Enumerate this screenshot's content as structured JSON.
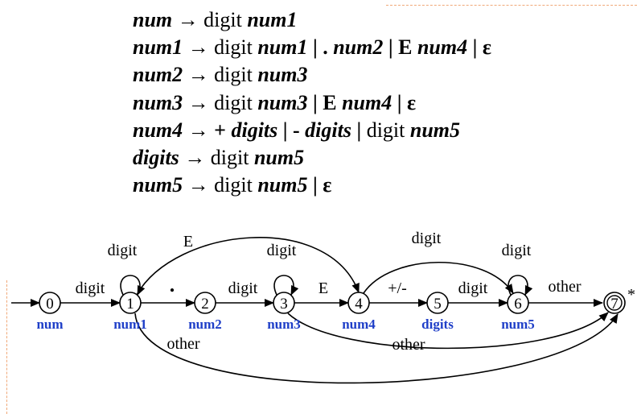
{
  "grammar": [
    [
      {
        "t": "nt",
        "v": "num"
      },
      {
        "t": "arrow",
        "v": " → "
      },
      {
        "t": "tm",
        "v": "digit "
      },
      {
        "t": "nt",
        "v": "num1"
      }
    ],
    [
      {
        "t": "nt",
        "v": "num1"
      },
      {
        "t": "arrow",
        "v": " → "
      },
      {
        "t": "tm",
        "v": "digit "
      },
      {
        "t": "nt",
        "v": "num1"
      },
      {
        "t": "tk",
        "v": " | . "
      },
      {
        "t": "nt",
        "v": "num2"
      },
      {
        "t": "tk",
        "v": " | E "
      },
      {
        "t": "nt",
        "v": "num4"
      },
      {
        "t": "tk",
        "v": " | ε"
      }
    ],
    [
      {
        "t": "nt",
        "v": "num2"
      },
      {
        "t": "arrow",
        "v": " → "
      },
      {
        "t": "tm",
        "v": "digit "
      },
      {
        "t": "nt",
        "v": "num3"
      }
    ],
    [
      {
        "t": "nt",
        "v": "num3"
      },
      {
        "t": "arrow",
        "v": " → "
      },
      {
        "t": "tm",
        "v": "digit "
      },
      {
        "t": "nt",
        "v": "num3"
      },
      {
        "t": "tk",
        "v": " | E "
      },
      {
        "t": "nt",
        "v": "num4"
      },
      {
        "t": "tk",
        "v": " | ε"
      }
    ],
    [
      {
        "t": "nt",
        "v": "num4"
      },
      {
        "t": "arrow",
        "v": " → "
      },
      {
        "t": "tk",
        "v": "+ "
      },
      {
        "t": "nt",
        "v": "digits"
      },
      {
        "t": "tk",
        "v": " | - "
      },
      {
        "t": "nt",
        "v": "digits"
      },
      {
        "t": "tk",
        "v": " | "
      },
      {
        "t": "tm",
        "v": "digit "
      },
      {
        "t": "nt",
        "v": "num5"
      }
    ],
    [
      {
        "t": "nt",
        "v": "digits"
      },
      {
        "t": "arrow",
        "v": " → "
      },
      {
        "t": "tm",
        "v": "digit "
      },
      {
        "t": "nt",
        "v": "num5"
      }
    ],
    [
      {
        "t": "nt",
        "v": "num5"
      },
      {
        "t": "arrow",
        "v": " → "
      },
      {
        "t": "tm",
        "v": "digit "
      },
      {
        "t": "nt",
        "v": "num5"
      },
      {
        "t": "tk",
        "v": " | ε"
      }
    ]
  ],
  "states": [
    {
      "id": "0",
      "name": "num"
    },
    {
      "id": "1",
      "name": "num1"
    },
    {
      "id": "2",
      "name": "num2"
    },
    {
      "id": "3",
      "name": "num3"
    },
    {
      "id": "4",
      "name": "num4"
    },
    {
      "id": "5",
      "name": "digits"
    },
    {
      "id": "6",
      "name": "num5"
    },
    {
      "id": "7",
      "name": "",
      "accepting": true,
      "star": "*"
    }
  ],
  "edges": [
    {
      "from": "0",
      "to": "1",
      "label": "digit"
    },
    {
      "from": "1",
      "to": "1",
      "label": "digit"
    },
    {
      "from": "1",
      "to": "2",
      "label": "."
    },
    {
      "from": "1",
      "to": "4",
      "label": "E"
    },
    {
      "from": "2",
      "to": "3",
      "label": "digit"
    },
    {
      "from": "3",
      "to": "3",
      "label": "digit"
    },
    {
      "from": "3",
      "to": "4",
      "label": "E"
    },
    {
      "from": "4",
      "to": "5",
      "label": "+/-"
    },
    {
      "from": "4",
      "to": "6",
      "label": "digit"
    },
    {
      "from": "5",
      "to": "6",
      "label": "digit"
    },
    {
      "from": "6",
      "to": "6",
      "label": "digit"
    },
    {
      "from": "6",
      "to": "7",
      "label": "other"
    },
    {
      "from": "3",
      "to": "7",
      "label": "other"
    },
    {
      "from": "1",
      "to": "7",
      "label": "other"
    }
  ],
  "colors": {
    "state_name": "#1f3fc8",
    "line": "#000000",
    "border": "#f0a878"
  }
}
